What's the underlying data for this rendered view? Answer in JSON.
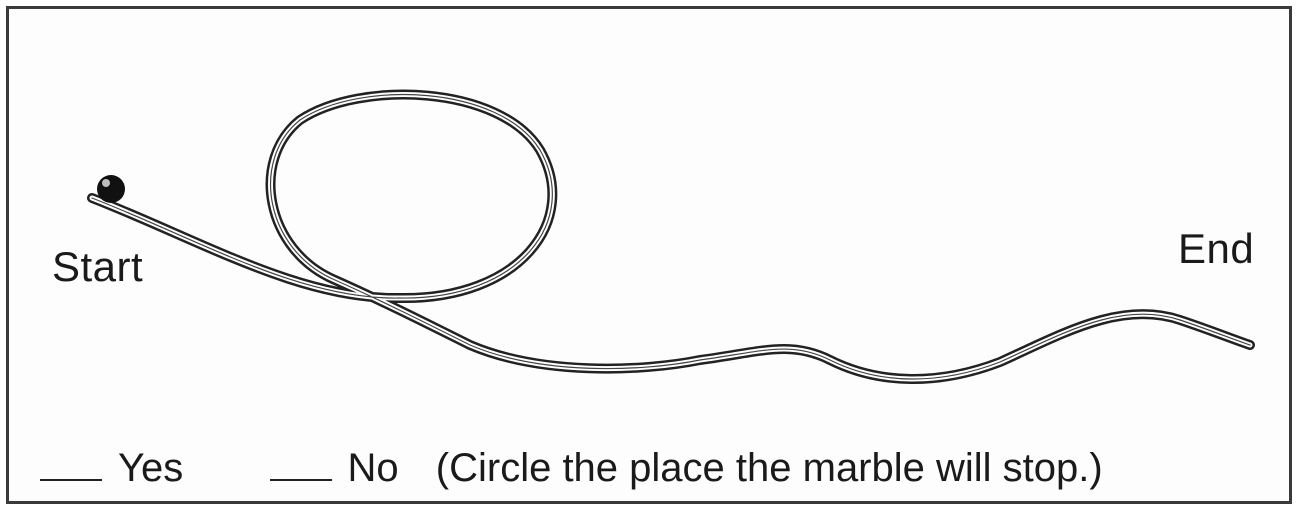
{
  "labels": {
    "start": "Start",
    "end": "End"
  },
  "answers": {
    "yes_label": "Yes",
    "no_label": "No",
    "instruction": "(Circle the place the marble will stop.)"
  },
  "colors": {
    "track": "#222222",
    "marble": "#111111",
    "background": "#ffffff"
  }
}
